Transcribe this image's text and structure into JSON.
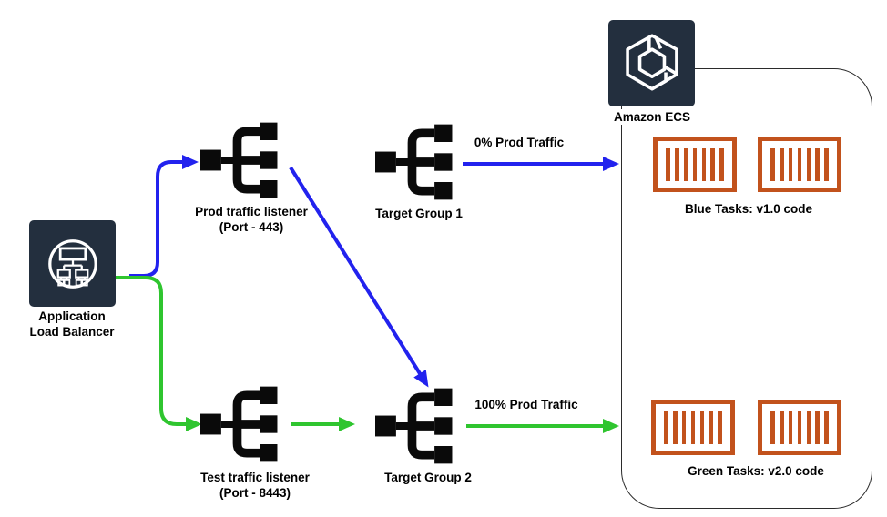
{
  "nodes": {
    "alb": {
      "line1": "Application",
      "line2": "Load Balancer"
    },
    "prod_listener": {
      "line1": "Prod traffic listener",
      "line2": "(Port - 443)"
    },
    "test_listener": {
      "line1": "Test traffic listener",
      "line2": "(Port - 8443)"
    },
    "target_group_1": {
      "label": "Target Group 1"
    },
    "target_group_2": {
      "label": "Target Group 2"
    },
    "ecs": {
      "label": "Amazon ECS"
    },
    "blue_tasks": {
      "label": "Blue Tasks: v1.0 code"
    },
    "green_tasks": {
      "label": "Green Tasks: v2.0 code"
    }
  },
  "edges": {
    "prod_traffic_label": "0% Prod Traffic",
    "test_traffic_label": "100% Prod Traffic"
  },
  "icons": {
    "alb": "load-balancer-icon",
    "ecs": "amazon-ecs-icon",
    "listener": "listener-tree-icon",
    "target_group": "target-group-tree-icon",
    "task": "container-task-icon"
  },
  "colors": {
    "edge_blue": "#2222EE",
    "edge_green": "#2FC52F",
    "tile_navy": "#232F3E",
    "icon_orange": "#C2521C",
    "cluster_border": "#2B2B2B",
    "label_black": "#000000",
    "node_black": "#0A0A0A",
    "canvas_white": "#FFFFFF"
  }
}
